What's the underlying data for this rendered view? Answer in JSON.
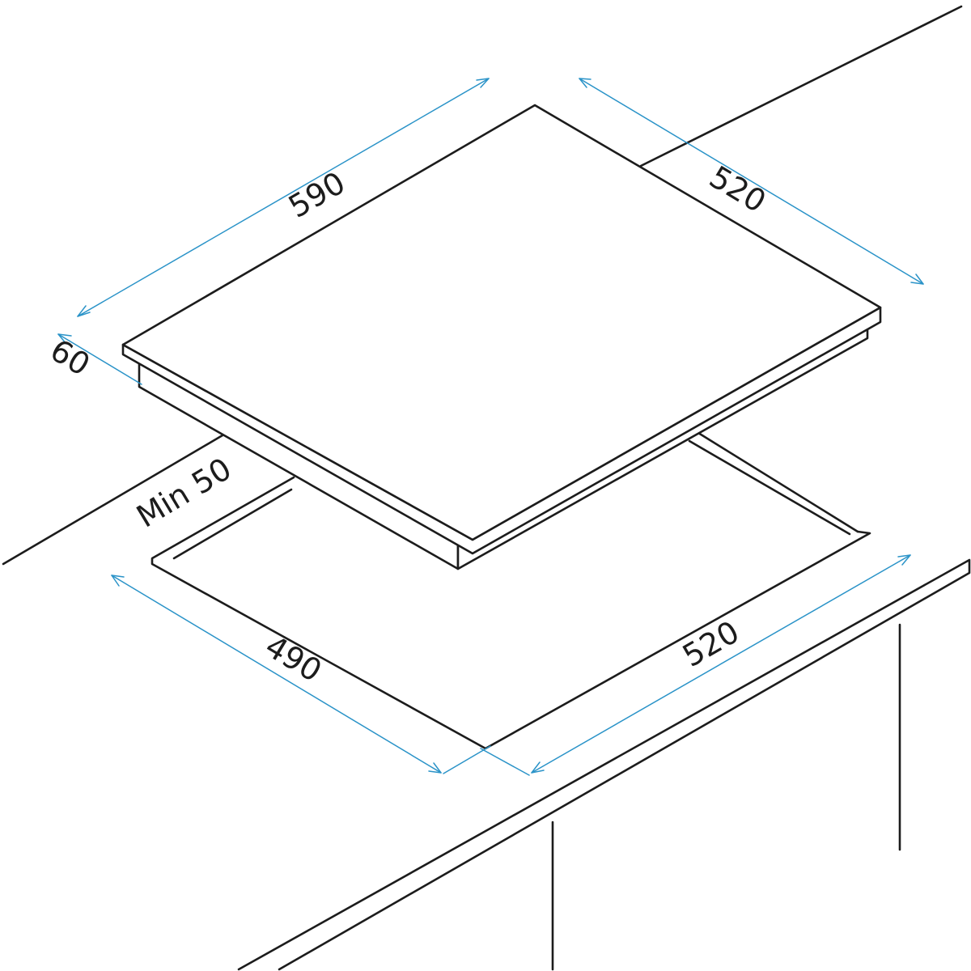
{
  "colors": {
    "outline": "#1c1c1c",
    "dimension": "#2a93c8",
    "background": "#ffffff"
  },
  "labels": {
    "hob_width": "590",
    "hob_depth": "520",
    "hob_height": "60",
    "min_clearance": "Min 50",
    "cutout_width": "490",
    "cutout_depth": "520"
  }
}
